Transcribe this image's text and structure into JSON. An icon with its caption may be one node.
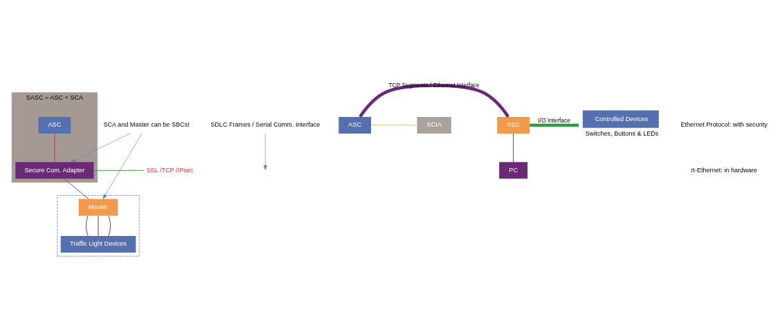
{
  "diagram": {
    "nodes": [
      {
        "text": [
          "SASC = ASC + SCA"
        ]
      },
      {
        "text": [
          "ASC"
        ],
        "in": 0
      },
      {
        "text": [
          "Secure Com. Adapter"
        ],
        "in": 0
      },
      {
        "text": [],
        "shape": "box"
      },
      {
        "text": [
          "Master"
        ],
        "in": 3
      },
      {
        "text": [
          "Traffic Light Devices"
        ],
        "in": 3
      },
      {
        "text": [
          "SSL /TCP /IPsec"
        ]
      },
      {
        "text": [
          "SCA and Master can be SBCs!"
        ]
      },
      {
        "text": [
          "SDLC Frames / Serial Comm. Interface"
        ]
      },
      {
        "text": [
          "ASC"
        ]
      },
      {
        "text": [
          "SCIA"
        ]
      },
      {
        "text": [
          "SBC"
        ]
      },
      {
        "text": [
          "Controlled Devices"
        ],
        "beside": [
          "Switches, Buttons & LEDs"
        ]
      },
      {
        "text": [
          "PC"
        ]
      }
    ],
    "edges": [
      {
        "from": 1,
        "to": 2,
        "arrow": "none",
        "color": "#b03a2e"
      },
      {
        "from": 2,
        "to": 6,
        "arrow": "none",
        "color": "#3a9a3a"
      },
      {
        "from": 2,
        "to": 4,
        "arrow": "none",
        "color": "#b03a2e"
      },
      {
        "from": 4,
        "to": 5,
        "arrow": "none"
      },
      {
        "from": 4,
        "to": 5,
        "arrow": "none"
      },
      {
        "from": 4,
        "to": 5,
        "arrow": "none"
      },
      {
        "from": 7,
        "to": 2,
        "arrow": "to",
        "color": "#6b7fb5"
      },
      {
        "from": 7,
        "to": 4,
        "arrow": "to",
        "color": "#6b7fb5"
      },
      {
        "from": 8,
        "to": null,
        "arrow": "to",
        "color": "#6b7fb5"
      },
      {
        "from": 9,
        "to": 10,
        "arrow": "none",
        "color": "#e0c050"
      },
      {
        "from": 9,
        "to": 11,
        "arrow": "none",
        "label": "TCP Segments / Ethernet Interface",
        "style": "thick"
      },
      {
        "from": 11,
        "to": 12,
        "arrow": "none",
        "label": "I/O Interface",
        "color": "#2e9a44",
        "style": "thick"
      },
      {
        "from": 11,
        "to": 13,
        "arrow": "none"
      }
    ],
    "labels": [
      "Ethernet Protocol: with security",
      "rt-Ethernet: in hardware"
    ]
  }
}
